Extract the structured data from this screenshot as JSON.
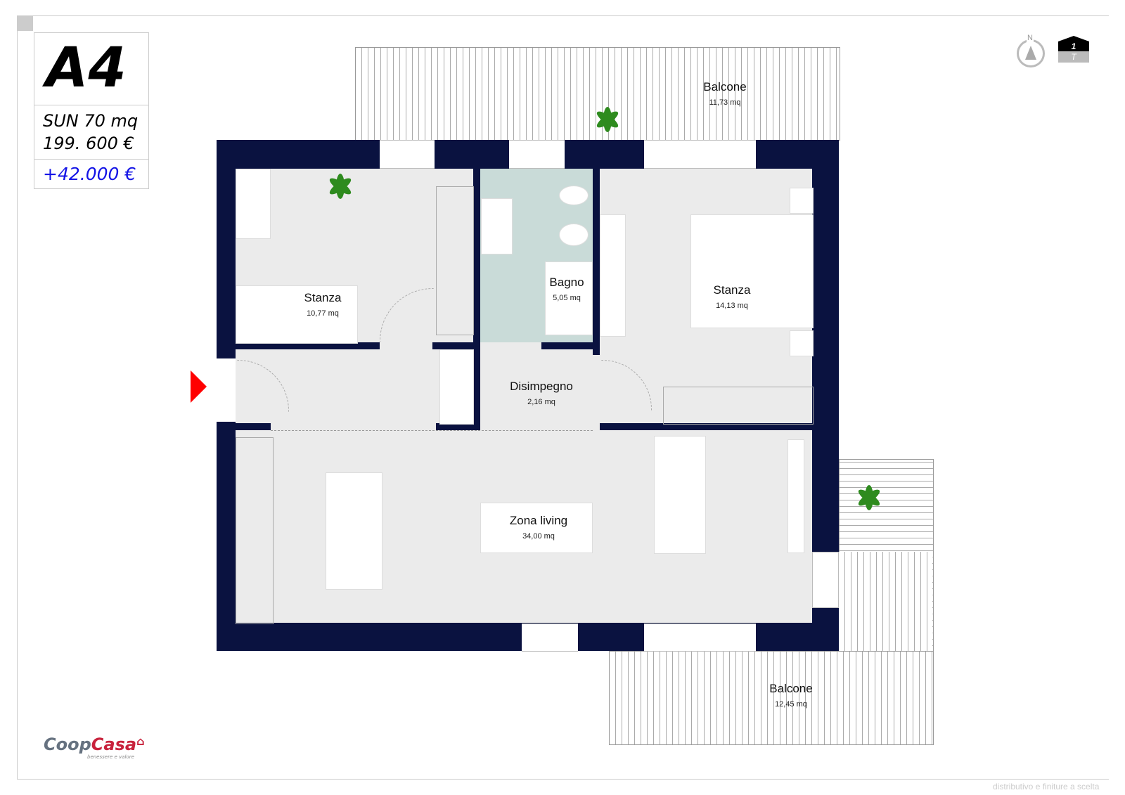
{
  "unit": {
    "code": "A4",
    "sun": "SUN 70 mq",
    "price": "199. 600 €",
    "extra": "+42.000 €",
    "extra_color": "#1414e6"
  },
  "compass": {
    "label": "N"
  },
  "floor_badge": {
    "top": "1",
    "bottom": "T"
  },
  "rooms": [
    {
      "name": "Balcone",
      "area": "11,73 mq"
    },
    {
      "name": "Stanza",
      "area": "10,77 mq"
    },
    {
      "name": "Bagno",
      "area": "5,05 mq"
    },
    {
      "name": "Stanza",
      "area": "14,13 mq"
    },
    {
      "name": "Disimpegno",
      "area": "2,16 mq"
    },
    {
      "name": "Zona living",
      "area": "34,00 mq"
    },
    {
      "name": "Balcone",
      "area": "12,45 mq"
    }
  ],
  "logo": {
    "part1": "Coop",
    "part2": "Casa",
    "tagline": "benessere e valore"
  },
  "footer_note": "distributivo e finiture a scelta",
  "colors": {
    "wall": "#0a1240",
    "floor": "#ebebeb",
    "bath": "#c9dbd8",
    "entrance_arrow": "#ff0000"
  }
}
